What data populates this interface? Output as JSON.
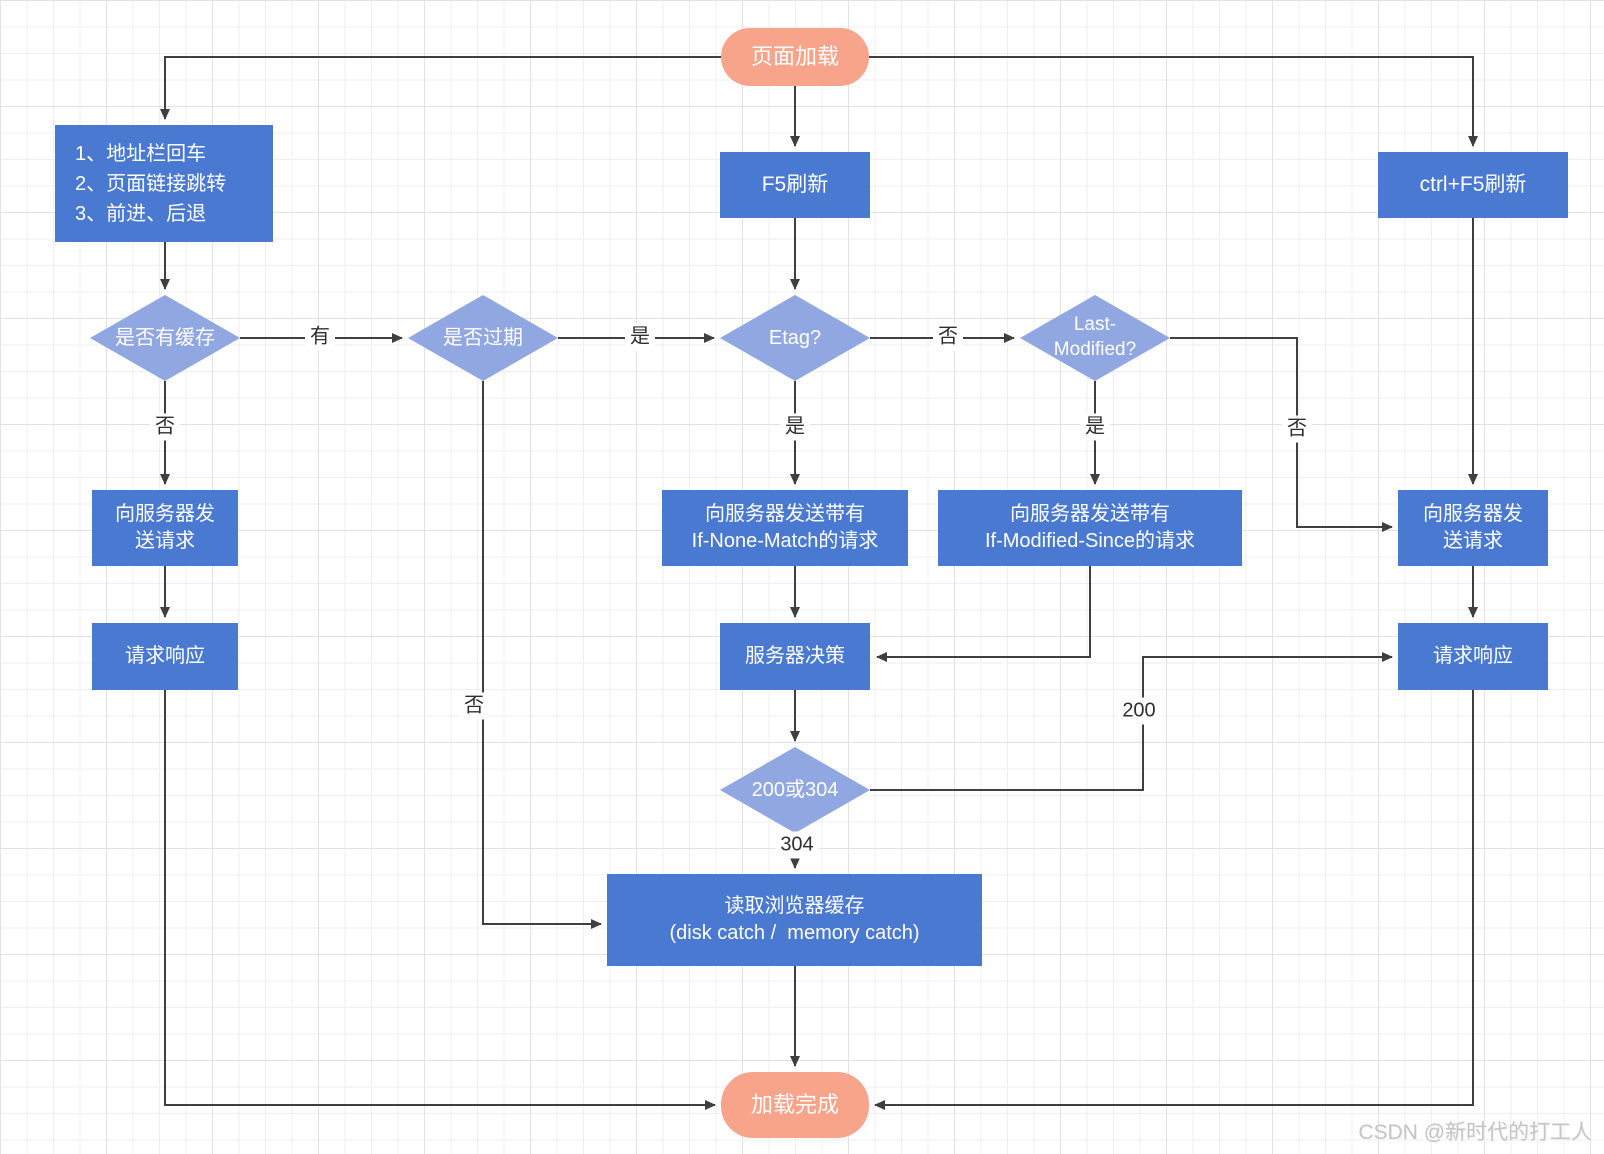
{
  "colors": {
    "process_fill": "#4a79d1",
    "decision_fill": "#91a7e1",
    "terminal_fill": "#f7a48b",
    "connector": "#3f3f3f",
    "watermark_text": "#c5c5c5"
  },
  "nodes": {
    "start": {
      "label": "页面加载"
    },
    "triggers": {
      "label": "1、地址栏回车\n2、页面链接跳转\n3、前进、后退"
    },
    "f5_refresh": {
      "label": "F5刷新"
    },
    "ctrl_f5_refresh": {
      "label": "ctrl+F5刷新"
    },
    "has_cache": {
      "label": "是否有缓存"
    },
    "expired": {
      "label": "是否过期"
    },
    "etag": {
      "label": "Etag?"
    },
    "last_modified": {
      "label": "Last-\nModified?"
    },
    "send_request_left": {
      "label": "向服务器发\n送请求"
    },
    "send_if_none_match": {
      "label": "向服务器发送带有\nIf-None-Match的请求"
    },
    "send_if_modified_since": {
      "label": "向服务器发送带有\nIf-Modified-Since的请求"
    },
    "send_request_right": {
      "label": "向服务器发\n送请求"
    },
    "response_left": {
      "label": "请求响应"
    },
    "server_decision": {
      "label": "服务器决策"
    },
    "response_right": {
      "label": "请求响应"
    },
    "status_200_or_304": {
      "label": "200或304"
    },
    "read_browser_cache": {
      "label": "读取浏览器缓存\n(disk catch /  memory catch)"
    },
    "done": {
      "label": "加载完成"
    }
  },
  "edge_labels": {
    "has_cache_yes": "有",
    "has_cache_no": "否",
    "expired_yes": "是",
    "expired_no": "否",
    "etag_no": "否",
    "etag_yes": "是",
    "last_modified_yes": "是",
    "last_modified_no": "否",
    "status_200": "200",
    "status_304": "304"
  },
  "watermark": "CSDN @新时代的打工人"
}
